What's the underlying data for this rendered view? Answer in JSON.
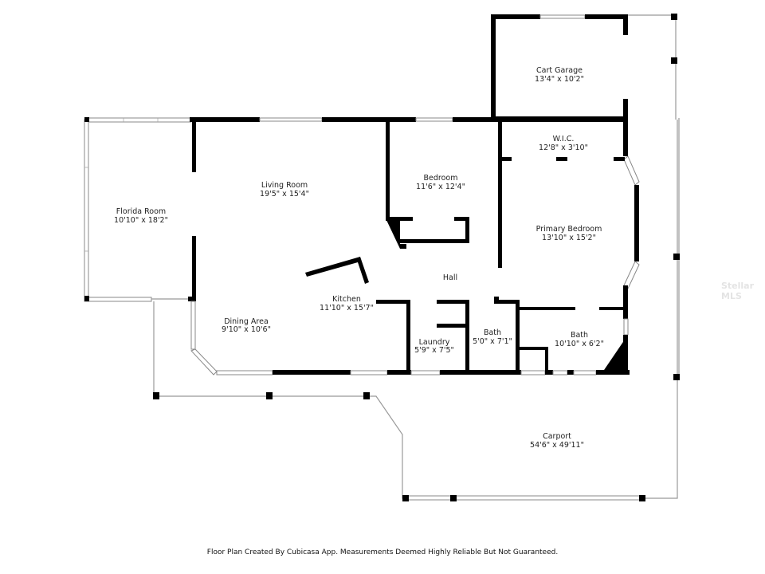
{
  "rooms": {
    "cart_garage": {
      "name": "Cart Garage",
      "dims": "13'4\" x 10'2\""
    },
    "wic": {
      "name": "W.I.C.",
      "dims": "12'8\" x 3'10\""
    },
    "florida_room": {
      "name": "Florida Room",
      "dims": "10'10\" x 18'2\""
    },
    "living_room": {
      "name": "Living Room",
      "dims": "19'5\" x 15'4\""
    },
    "bedroom": {
      "name": "Bedroom",
      "dims": "11'6\" x 12'4\""
    },
    "primary_bedroom": {
      "name": "Primary Bedroom",
      "dims": "13'10\" x 15'2\""
    },
    "hall": {
      "name": "Hall"
    },
    "kitchen": {
      "name": "Kitchen",
      "dims": "11'10\" x 15'7\""
    },
    "dining_area": {
      "name": "Dining Area",
      "dims": "9'10\" x 10'6\""
    },
    "laundry": {
      "name": "Laundry",
      "dims": "5'9\" x 7'5\""
    },
    "bath_small": {
      "name": "Bath",
      "dims": "5'0\" x 7'1\""
    },
    "bath_large": {
      "name": "Bath",
      "dims": "10'10\" x 6'2\""
    },
    "carport": {
      "name": "Carport",
      "dims": "54'6\" x 49'11\""
    }
  },
  "watermark": "Stellar MLS",
  "footer": "Floor Plan Created By Cubicasa App. Measurements Deemed Highly Reliable But Not Guaranteed."
}
